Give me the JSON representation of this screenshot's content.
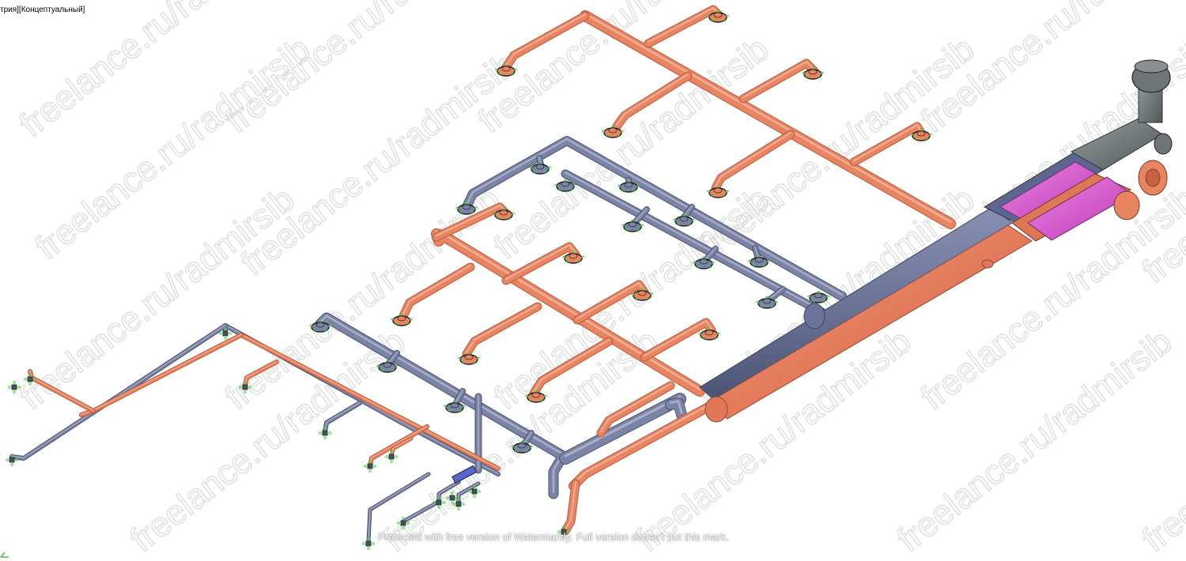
{
  "viewport": {
    "label": "трия][Концептуальный]"
  },
  "watermark": {
    "text": "freelance.ru/radmirsib",
    "notice": "Protected with free version of Watermarkly. Full version doesn't put this mark."
  },
  "colors": {
    "supply_pipe": "#e98461",
    "supply_pipe_dark": "#b9583a",
    "return_pipe": "#7b84a6",
    "return_pipe_dark": "#4a5272",
    "equipment_gray": "#6f7476",
    "equipment_magenta": "#d25acb",
    "diffuser_marker": "#33dd33",
    "background": "#ffffff"
  },
  "icons": {
    "diffuser": "ceiling-diffuser-icon",
    "grille": "grille-icon",
    "ucs_axis": "ucs-axis-icon"
  }
}
